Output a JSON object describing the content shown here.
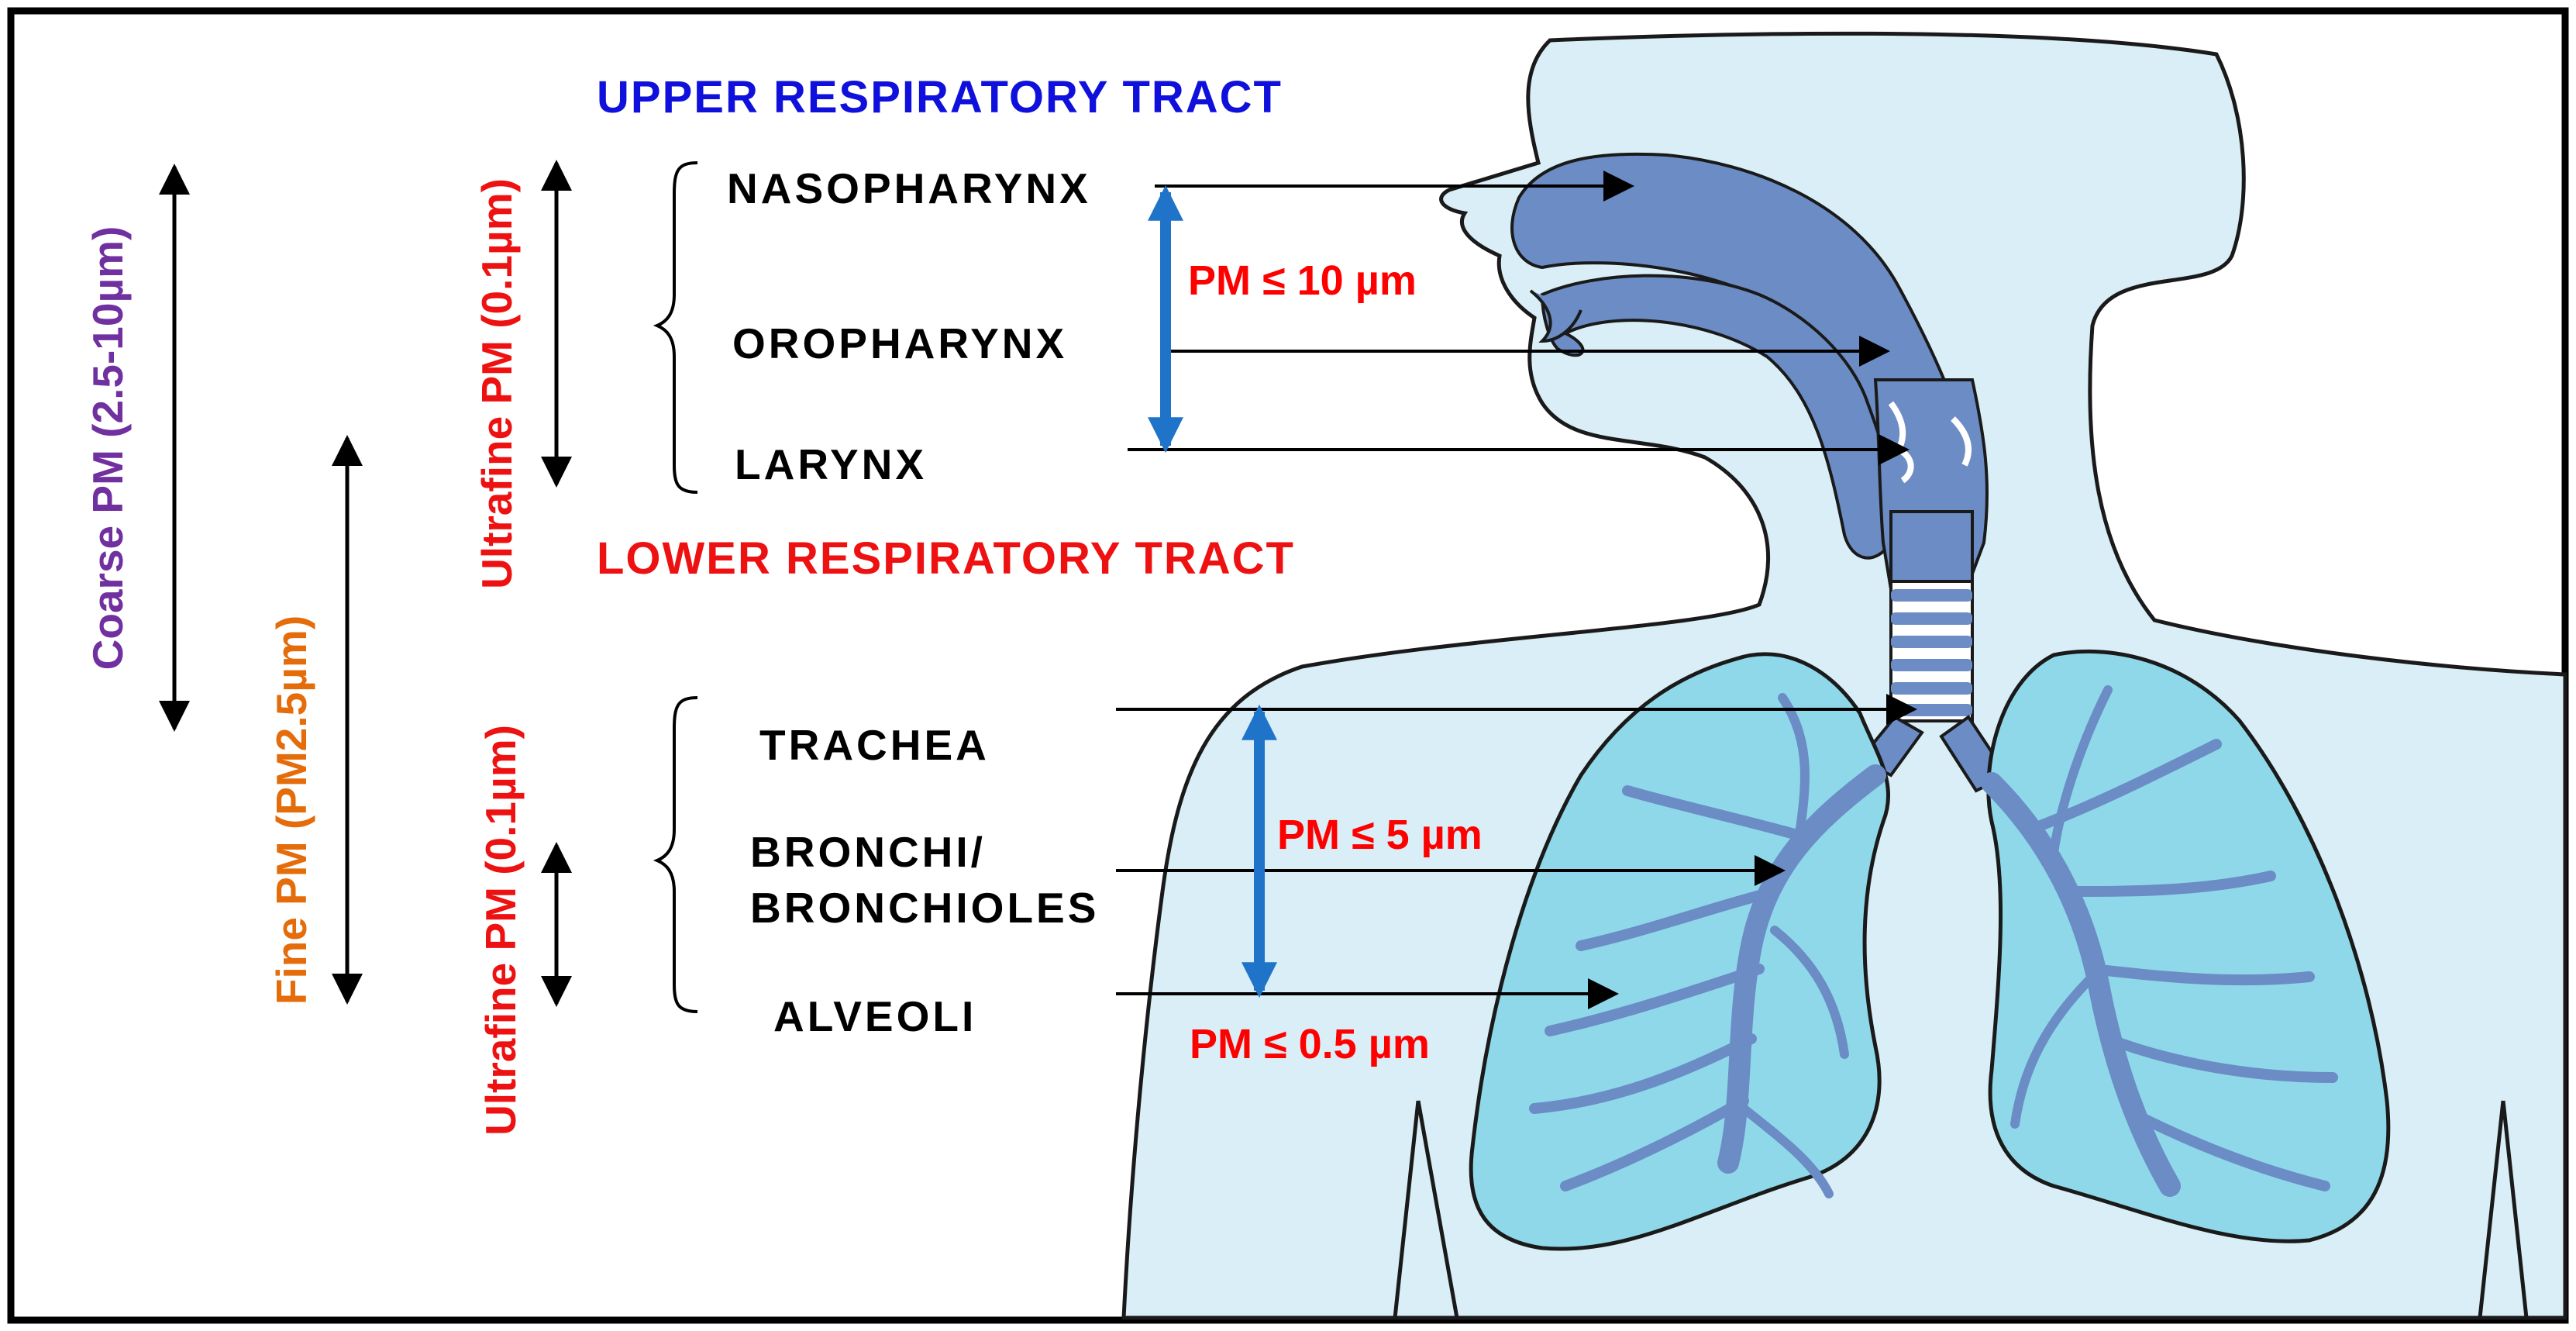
{
  "regions": {
    "upper": {
      "label": "UPPER RESPIRATORY  TRACT",
      "color": "#1010dd"
    },
    "lower": {
      "label": "LOWER RESPIRATORY  TRACT",
      "color": "#ee1111"
    }
  },
  "organs": {
    "nasopharynx": "NASOPHARYNX",
    "oropharynx": "OROPHARYNX",
    "larynx": "LARYNX",
    "trachea": "TRACHEA",
    "bronchi_line1": "BRONCHI/",
    "bronchi_line2": "BRONCHIOLES",
    "alveoli": "ALVEOLI"
  },
  "pm_labels": {
    "upper": "PM ≤ 10 µm",
    "lower": "PM ≤ 5 µm",
    "alveoli": "PM ≤ 0.5 µm"
  },
  "size_ranges": {
    "coarse": {
      "label": "Coarse PM (2.5-10µm)",
      "color": "#7030a0"
    },
    "fine": {
      "label": "Fine PM (PM2.5µm)",
      "color": "#e46c0a"
    },
    "ultrafine_upper": {
      "label": "Ultrafine PM (0.1µm)",
      "color": "#ee1111"
    },
    "ultrafine_lower": {
      "label": "Ultrafine PM (0.1µm)",
      "color": "#ee1111"
    }
  },
  "colors": {
    "body_fill": "#d9eef6",
    "airway_fill": "#6b8cc4",
    "lung_fill": "#8fd8ea",
    "bronchi_fill": "#8fa6d6",
    "range_arrow": "#1f74c9"
  }
}
